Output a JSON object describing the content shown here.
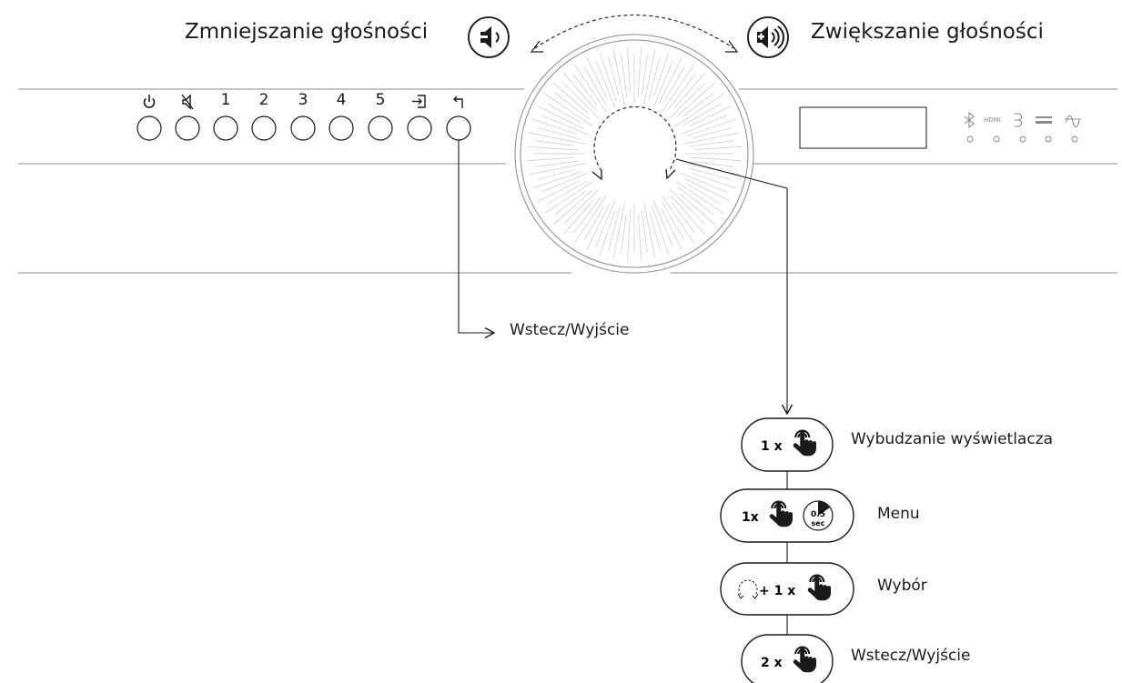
{
  "volume": {
    "down_label": "Zmniejszanie głośności",
    "up_label": "Zwiększanie głośności",
    "down_icon": "speaker-minus-icon",
    "up_icon": "speaker-plus-icon"
  },
  "panel": {
    "buttons": [
      {
        "id": "power",
        "glyph": "",
        "icon": "power-icon"
      },
      {
        "id": "mute",
        "glyph": "",
        "icon": "mute-icon"
      },
      {
        "id": "preset-1",
        "glyph": "1",
        "icon": ""
      },
      {
        "id": "preset-2",
        "glyph": "2",
        "icon": ""
      },
      {
        "id": "preset-3",
        "glyph": "3",
        "icon": ""
      },
      {
        "id": "preset-4",
        "glyph": "4",
        "icon": ""
      },
      {
        "id": "preset-5",
        "glyph": "5",
        "icon": ""
      },
      {
        "id": "input",
        "glyph": "",
        "icon": "input-icon"
      },
      {
        "id": "back",
        "glyph": "",
        "icon": "back-arrow-icon"
      }
    ],
    "indicators": [
      {
        "icon": "bluetooth-icon",
        "text": ""
      },
      {
        "icon": "hdmi-icon",
        "text": "HDMI"
      },
      {
        "icon": "optical-icon",
        "text": ""
      },
      {
        "icon": "ethernet-icon",
        "text": ""
      },
      {
        "icon": "analog-icon",
        "text": ""
      }
    ]
  },
  "back_button_label": "Wstecz/Wyjście",
  "knob_actions": [
    {
      "pill": "1 x",
      "label": "Wybudzanie wyświetlacza",
      "extra": ""
    },
    {
      "pill": "1x",
      "label": "Menu",
      "extra": "0.5 sec"
    },
    {
      "pill": "+ 1 x",
      "label": "Wybór",
      "extra": "rotate"
    },
    {
      "pill": "2 x",
      "label": "Wstecz/Wyjście",
      "extra": ""
    }
  ],
  "timer": {
    "value": "0.5",
    "unit": "sec"
  },
  "colors": {
    "line": "#1a1a1a",
    "panel_line": "#8a8a8a",
    "knob_ray": "#c8c8c8"
  }
}
